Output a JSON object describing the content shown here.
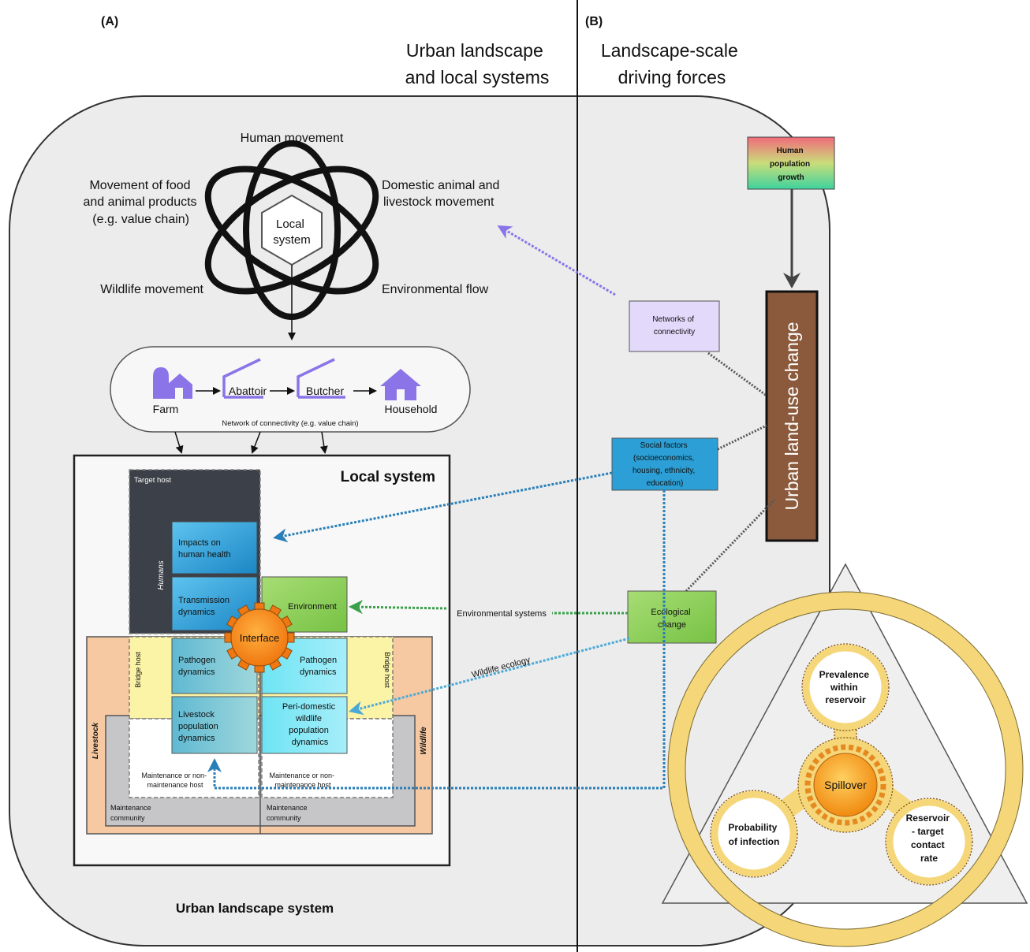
{
  "panels": {
    "a_label": "(A)",
    "b_label": "(B)",
    "a_heading": [
      "Urban landscape",
      "and local systems"
    ],
    "b_heading": [
      "Landscape-scale",
      "driving forces"
    ]
  },
  "atom": {
    "top": "Human movement",
    "left_top": [
      "Movement of food",
      "and animal products",
      "(e.g. value chain)"
    ],
    "right_top": [
      "Domestic animal and",
      "livestock movement"
    ],
    "left_bottom": "Wildlife movement",
    "right_bottom": "Environmental flow",
    "center": [
      "Local",
      "system"
    ]
  },
  "value_chain": {
    "farm": "Farm",
    "abattoir": "Abattoir",
    "butcher": "Butcher",
    "household": "Household",
    "caption": "Network of connectivity (e.g. value chain)"
  },
  "local_system": {
    "title": "Local system",
    "target_host": "Target host",
    "humans": "Humans",
    "impacts": [
      "Impacts on",
      "human health"
    ],
    "transmission": [
      "Transmission",
      "dynamics"
    ],
    "environment": "Environment",
    "interface": "Interface",
    "pathogen_left": [
      "Pathogen",
      "dynamics"
    ],
    "pathogen_right": [
      "Pathogen",
      "dynamics"
    ],
    "bridge_left": "Bridge host",
    "bridge_right": "Bridge host",
    "livestock_pop": [
      "Livestock",
      "population",
      "dynamics"
    ],
    "wildlife_pop": [
      "Peri-domestic",
      "wildlife",
      "population",
      "dynamics"
    ],
    "livestock": "Livestock",
    "wildlife": "Wildlife",
    "maint_left": [
      "Maintenance or non-",
      "maintenance host"
    ],
    "maint_right": [
      "Maintenance or non-",
      "maintenance host"
    ],
    "community_left": [
      "Maintenance",
      "community"
    ],
    "community_right": [
      "Maintenance",
      "community"
    ]
  },
  "landscape_title": "Urban landscape system",
  "drivers": {
    "population_growth": [
      "Human",
      "population",
      "growth"
    ],
    "land_use": "Urban land-use change",
    "networks": [
      "Networks of",
      "connectivity"
    ],
    "social": [
      "Social factors",
      "(socioeconomics,",
      "housing, ethnicity,",
      "education)"
    ],
    "ecological": [
      "Ecological",
      "change"
    ],
    "env_systems": "Environmental systems",
    "wildlife_ecology": "Wildlife ecology"
  },
  "spillover": {
    "center": "Spillover",
    "prevalence": [
      "Prevalence",
      "within",
      "reservoir"
    ],
    "probability": [
      "Probability",
      "of infection"
    ],
    "contact": [
      "Reservoir",
      "- target",
      "contact",
      "rate"
    ]
  },
  "colors": {
    "background_panel": "#ececec",
    "dark_host": "#3c4048",
    "blue_box": "#2b9fd6",
    "green_box": "#8ccf55",
    "cyan_box": "#7ae8f5",
    "yellow": "#fbf3a6",
    "orange": "#f7c9a3",
    "purple_icon": "#8b74e8",
    "brown_bar": "#8b5a3c",
    "spillover_ring": "#f5d77a"
  }
}
